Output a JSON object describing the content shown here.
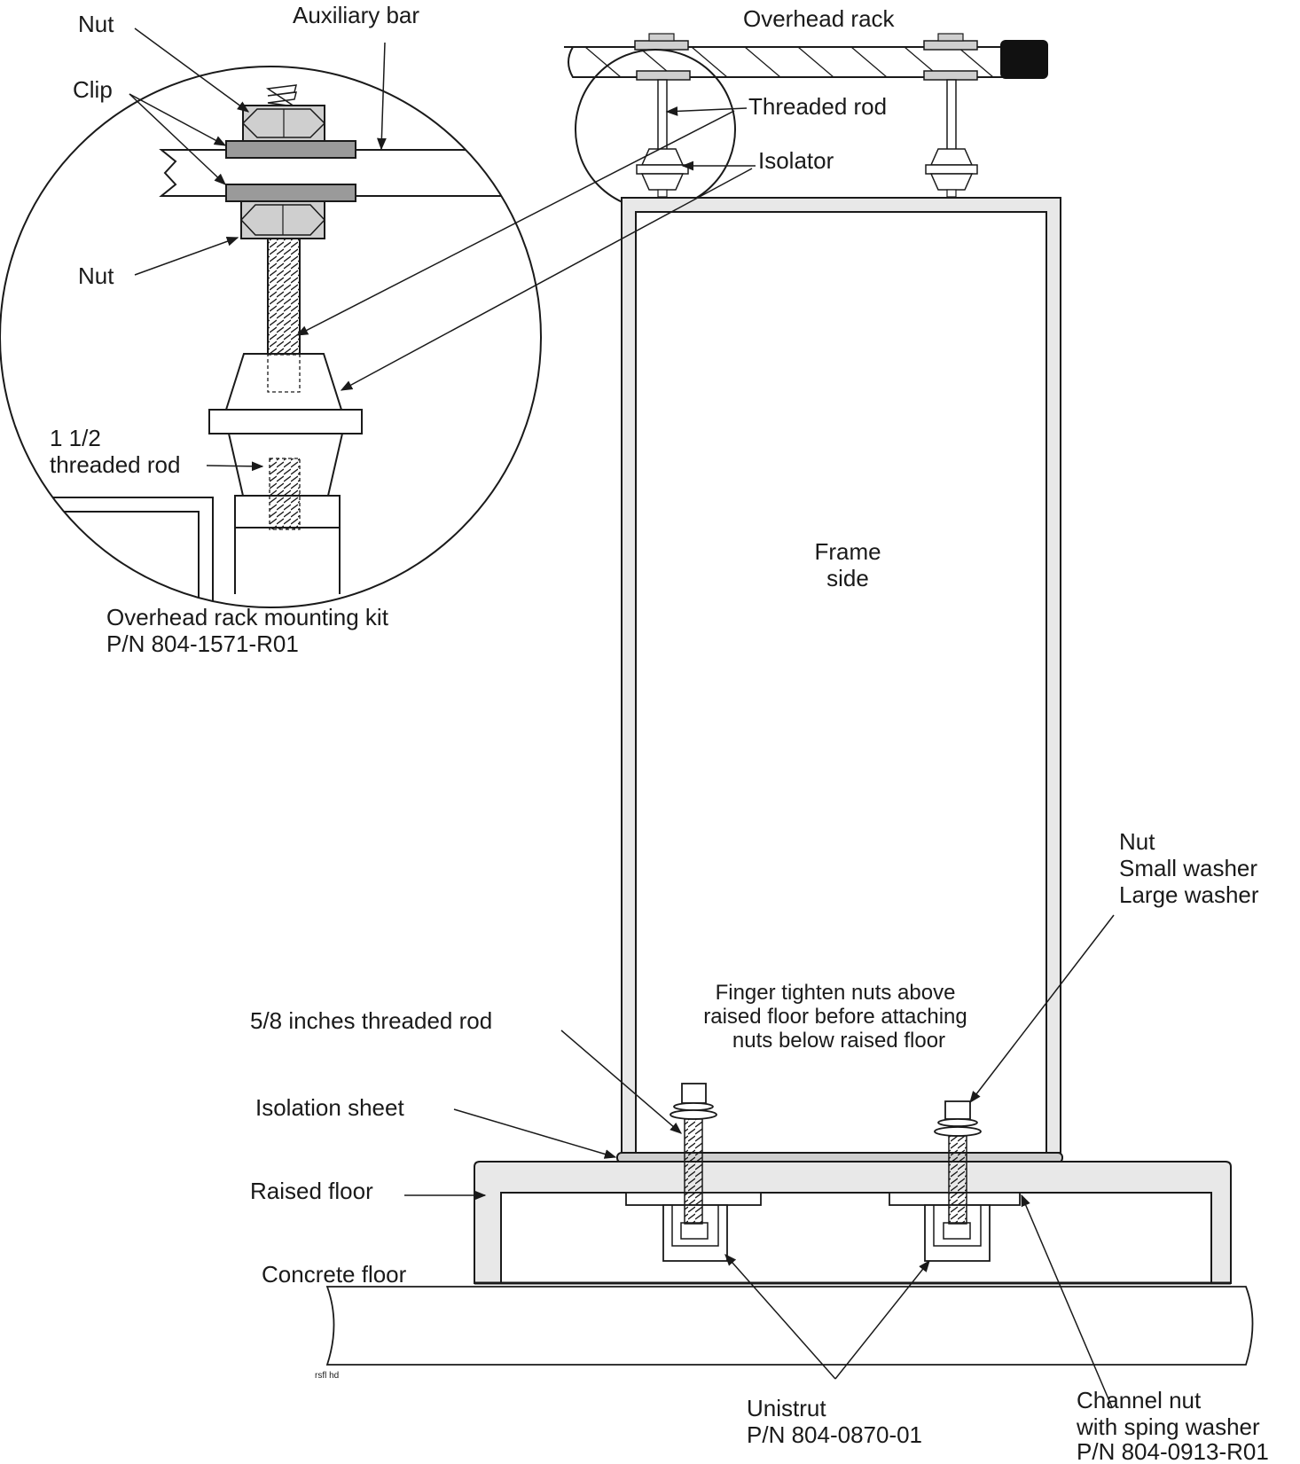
{
  "labels": {
    "overhead_rack": "Overhead rack",
    "auxiliary_bar": "Auxiliary bar",
    "nut_top": "Nut",
    "clip": "Clip",
    "nut_bottom": "Nut",
    "threaded_rod": "Threaded rod",
    "isolator": "Isolator",
    "threaded_rod_small_line1": "1 1/2",
    "threaded_rod_small_line2": "threaded rod",
    "kit_line1": "Overhead rack mounting kit",
    "kit_line2": "P/N 804-1571-R01",
    "frame_side_line1": "Frame",
    "frame_side_line2": "side",
    "hardware_line1": "Nut",
    "hardware_line2": "Small washer",
    "hardware_line3": "Large washer",
    "note_line1": "Finger tighten nuts above",
    "note_line2": "raised floor before attaching",
    "note_line3": "nuts below raised floor",
    "rod_58": "5/8 inches threaded rod",
    "isolation_sheet": "Isolation sheet",
    "raised_floor": "Raised floor",
    "concrete_floor": "Concrete floor",
    "corner_code": "rsfl hd",
    "unistrut_line1": "Unistrut",
    "unistrut_line2": "P/N 804-0870-01",
    "channel_nut_line1": "Channel nut",
    "channel_nut_line2": "with sping washer",
    "channel_nut_line3": "P/N 804-0913-R01"
  },
  "colors": {
    "line": "#1a1a1a",
    "frame_fill": "#e8e8e8",
    "nut_fill": "#cfcfcf",
    "clip_fill": "#9a9a9a",
    "rack_end": "#111111"
  }
}
